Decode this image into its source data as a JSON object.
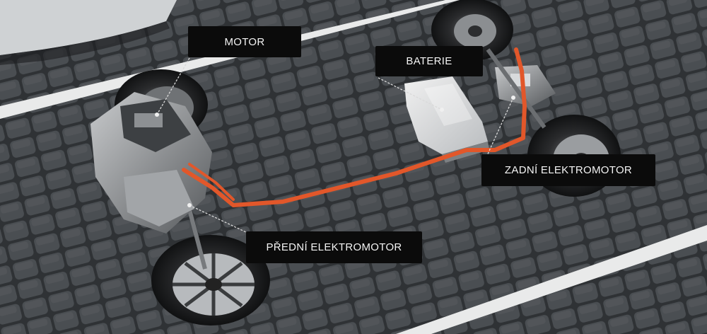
{
  "labels": {
    "motor": "MOTOR",
    "baterie": "BATERIE",
    "zadni_elektromotor": "ZADNÍ ELEKTROMOTOR",
    "predni_elektromotor": "PŘEDNÍ ELEKTROMOTOR"
  },
  "colors": {
    "label_background": "#0b0b0b",
    "label_text": "#f4f4f4",
    "hv_cable": "#e2572a",
    "pavement": "#3a3d40",
    "parking_line": "#eeeeee"
  }
}
